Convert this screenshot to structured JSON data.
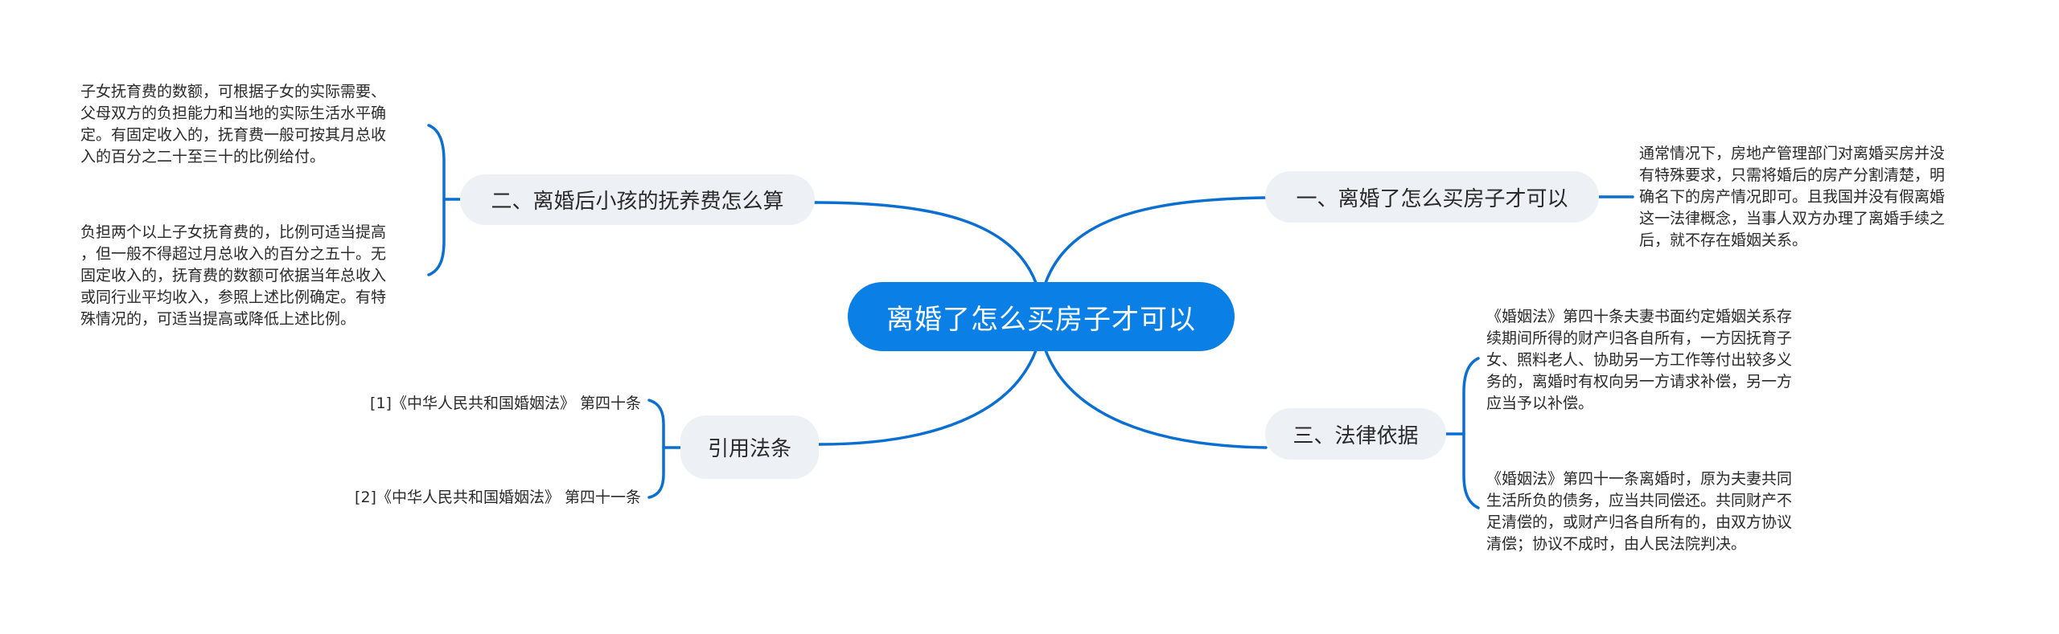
{
  "colors": {
    "root_fill": "#0a7fe5",
    "topic_fill": "#edf0f4",
    "connector": "#0a6fd1",
    "text": "#2a2a2a"
  },
  "root": {
    "label": "离婚了怎么买房子才可以"
  },
  "topics": {
    "one": {
      "label": "一、离婚了怎么买房子才可以",
      "details": [
        {
          "lines": [
            "通常情况下，房地产管理部门对离婚买房并没",
            "有特殊要求，只需将婚后的房产分割清楚，明",
            "确名下的房产情况即可。且我国并没有假离婚",
            "这一法律概念，当事人双方办理了离婚手续之",
            "后，就不存在婚姻关系。"
          ]
        }
      ]
    },
    "two": {
      "label": "二、离婚后小孩的抚养费怎么算",
      "details": [
        {
          "lines": [
            "子女抚育费的数额，可根据子女的实际需要、",
            "父母双方的负担能力和当地的实际生活水平确",
            "定。有固定收入的，抚育费一般可按其月总收",
            "入的百分之二十至三十的比例给付。"
          ]
        },
        {
          "lines": [
            "负担两个以上子女抚育费的，比例可适当提高",
            "，但一般不得超过月总收入的百分之五十。无",
            "固定收入的，抚育费的数额可依据当年总收入",
            "或同行业平均收入，参照上述比例确定。有特",
            "殊情况的，可适当提高或降低上述比例。"
          ]
        }
      ]
    },
    "three": {
      "label": "三、法律依据",
      "details": [
        {
          "lines": [
            "《婚姻法》第四十条夫妻书面约定婚姻关系存",
            "续期间所得的财产归各自所有，一方因抚育子",
            "女、照料老人、协助另一方工作等付出较多义",
            "务的，离婚时有权向另一方请求补偿，另一方",
            "应当予以补偿。"
          ]
        },
        {
          "lines": [
            "《婚姻法》第四十一条离婚时，原为夫妻共同",
            "生活所负的债务，应当共同偿还。共同财产不",
            "足清偿的，或财产归各自所有的，由双方协议",
            "清偿；协议不成时，由人民法院判决。"
          ]
        }
      ]
    },
    "citations": {
      "label": "引用法条",
      "items": [
        "[1]《中华人民共和国婚姻法》 第四十条",
        "[2]《中华人民共和国婚姻法》 第四十一条"
      ]
    }
  }
}
